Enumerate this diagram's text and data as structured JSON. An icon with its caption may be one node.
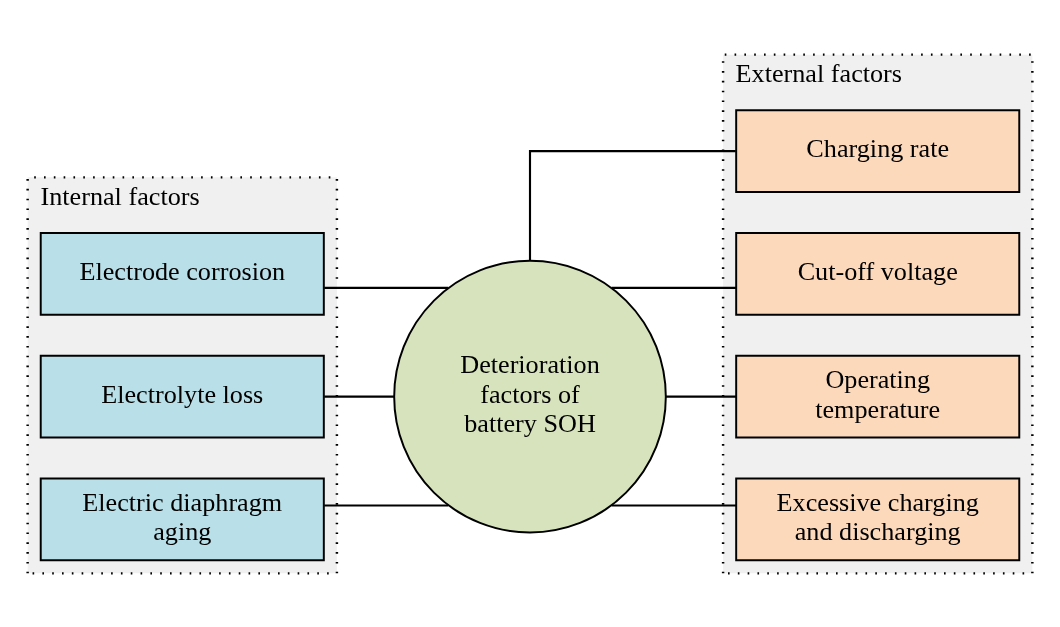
{
  "diagram": {
    "nodes": [
      {
        "text": [
          "Internal factors"
        ]
      },
      {
        "text": [
          "Electrode corrosion"
        ],
        "in": 0
      },
      {
        "text": [
          "Electrolyte loss"
        ],
        "in": 0
      },
      {
        "text": [
          "Electric diaphragm aging"
        ],
        "in": 0
      },
      {
        "text": [
          "Deterioration factors of battery SOH"
        ]
      },
      {
        "text": [
          "External factors"
        ]
      },
      {
        "text": [
          "Charging rate"
        ],
        "in": 5
      },
      {
        "text": [
          "Cut-off voltage"
        ],
        "in": 5
      },
      {
        "text": [
          "Operating temperature"
        ],
        "in": 5
      },
      {
        "text": [
          "Excessive charging and discharging"
        ],
        "in": 5
      }
    ],
    "edges": [
      {
        "from": 1,
        "to": 4,
        "arrow": "none"
      },
      {
        "from": 2,
        "to": 4,
        "arrow": "none"
      },
      {
        "from": 3,
        "to": 4,
        "arrow": "none"
      },
      {
        "from": 4,
        "to": 6,
        "arrow": "none"
      },
      {
        "from": 4,
        "to": 7,
        "arrow": "none"
      },
      {
        "from": 4,
        "to": 8,
        "arrow": "none"
      },
      {
        "from": 4,
        "to": 9,
        "arrow": "none"
      }
    ]
  }
}
